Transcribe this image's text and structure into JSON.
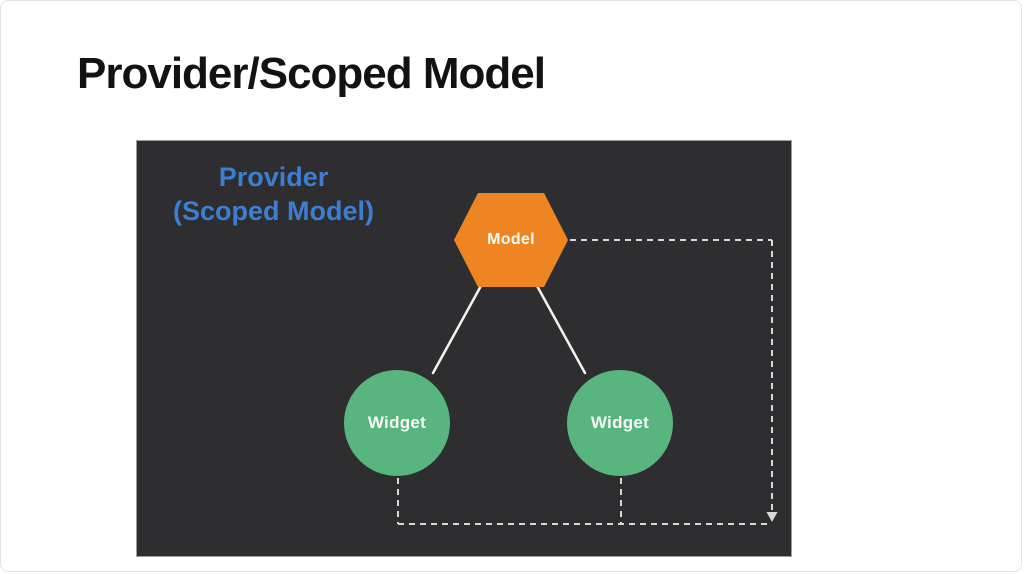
{
  "slide": {
    "title": "Provider/Scoped Model"
  },
  "diagram": {
    "provider_label_line1": "Provider",
    "provider_label_line2": "(Scoped Model)",
    "model_label": "Model",
    "widget_left_label": "Widget",
    "widget_right_label": "Widget",
    "colors": {
      "background": "#2e2e30",
      "model_fill": "#ee8522",
      "widget_fill": "#58b57e",
      "provider_text": "#3c7ed2",
      "line": "#f2f2f2",
      "dashed_line": "#d8d8d8"
    }
  }
}
